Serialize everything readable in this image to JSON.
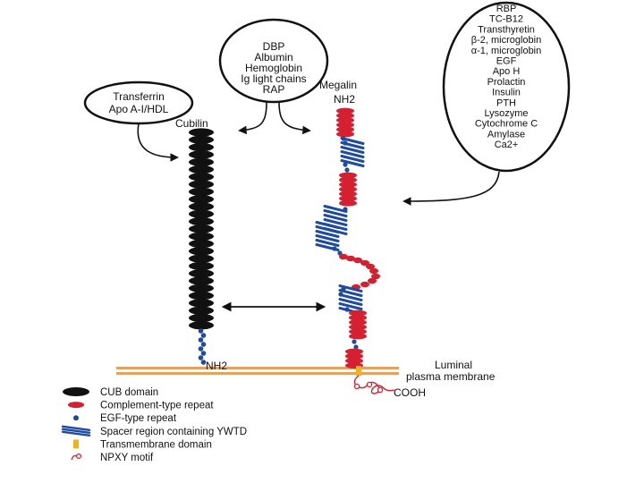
{
  "bubbles": {
    "transferrin": [
      "Transferrin",
      "Apo A-I/HDL"
    ],
    "middle": [
      "DBP",
      "Albumin",
      "Hemoglobin",
      "Ig light chains",
      "RAP"
    ],
    "right": [
      "RBP",
      "TC-B12",
      "Transthyretin",
      "β-2, microglobin",
      "α-1, microglobin",
      "EGF",
      "Apo H",
      "Prolactin",
      "Insulin",
      "PTH",
      "Lysozyme",
      "Cytochrome C",
      "Amylase",
      "Ca2+"
    ]
  },
  "labels": {
    "cubilin": "Cubilin",
    "megalin": "Megalin",
    "megalin_nh2": "NH2",
    "cubilin_nh2": "NH2",
    "cooh": "COOH",
    "membrane_line1": "Luminal",
    "membrane_line2": "plasma membrane"
  },
  "legend": [
    {
      "symbol": "cub",
      "label": "CUB domain"
    },
    {
      "symbol": "complement",
      "label": "Complement-type repeat"
    },
    {
      "symbol": "egf",
      "label": "EGF-type repeat"
    },
    {
      "symbol": "spacer",
      "label": "Spacer region containing YWTD"
    },
    {
      "symbol": "tm",
      "label": "Transmembrane domain"
    },
    {
      "symbol": "npxy",
      "label": "NPXY motif"
    }
  ],
  "colors": {
    "cub": "#111111",
    "complement": "#d42030",
    "egf": "#1f4aa0",
    "spacer": "#1f4aa0",
    "tm": "#f2b21b",
    "membrane": "#e8a060",
    "npxy": "#d42030"
  }
}
